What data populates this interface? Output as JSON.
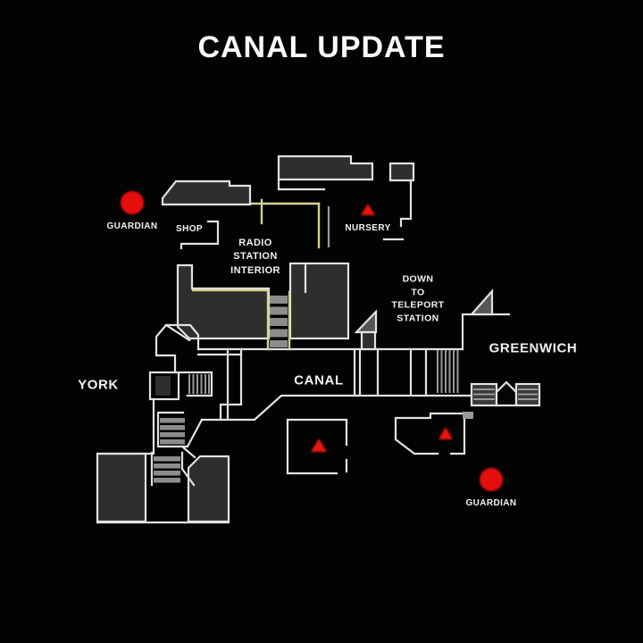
{
  "title": "CANAL UPDATE",
  "colors": {
    "background": "#030303",
    "outline_white": "#e2e2e2",
    "building_fill": "#2e2e2e",
    "interior_highlight_yellow": "#d5d18e",
    "stairs_gray": "#8c8c8c",
    "marker_red": "#e61111",
    "text": "#ffffff"
  },
  "icons": {
    "guardian_marker": "red-circle",
    "objective_marker": "red-triangle"
  },
  "labels": {
    "guardian_west": "GUARDIAN",
    "shop": "SHOP",
    "nursery": "NURSERY",
    "radio_station": {
      "lines": [
        "RADIO",
        "STATION",
        "INTERIOR"
      ]
    },
    "teleport": {
      "lines": [
        "DOWN",
        "TO",
        "TELEPORT",
        "STATION"
      ]
    },
    "greenwich": "GREENWICH",
    "york": "YORK",
    "canal": "CANAL",
    "guardian_south": "GUARDIAN"
  }
}
